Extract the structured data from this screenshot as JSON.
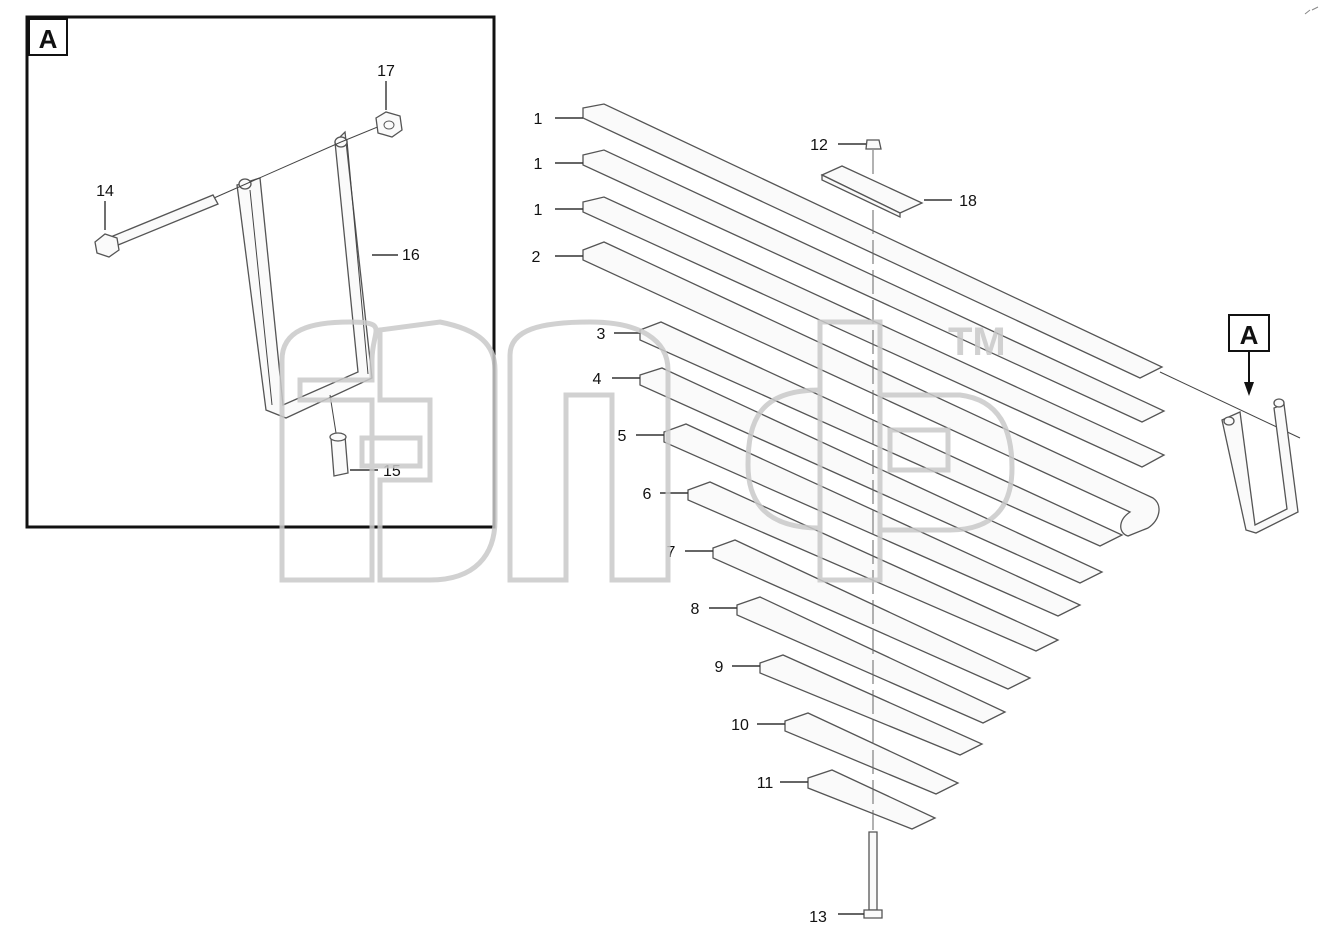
{
  "diagram": {
    "detail_view": {
      "tag": "A"
    },
    "detail_reference": {
      "tag": "A"
    },
    "callouts": {
      "c1a": "1",
      "c1b": "1",
      "c1c": "1",
      "c2": "2",
      "c3": "3",
      "c4": "4",
      "c5": "5",
      "c6": "6",
      "c7": "7",
      "c8": "8",
      "c9": "9",
      "c10": "10",
      "c11": "11",
      "c12": "12",
      "c13": "13",
      "c14": "14",
      "c15": "15",
      "c16": "16",
      "c17": "17",
      "c18": "18"
    },
    "watermark": {
      "trademark": "TM"
    },
    "colors": {
      "line": "#555555",
      "watermark": "#c9c9c9",
      "frame": "#111111"
    }
  }
}
